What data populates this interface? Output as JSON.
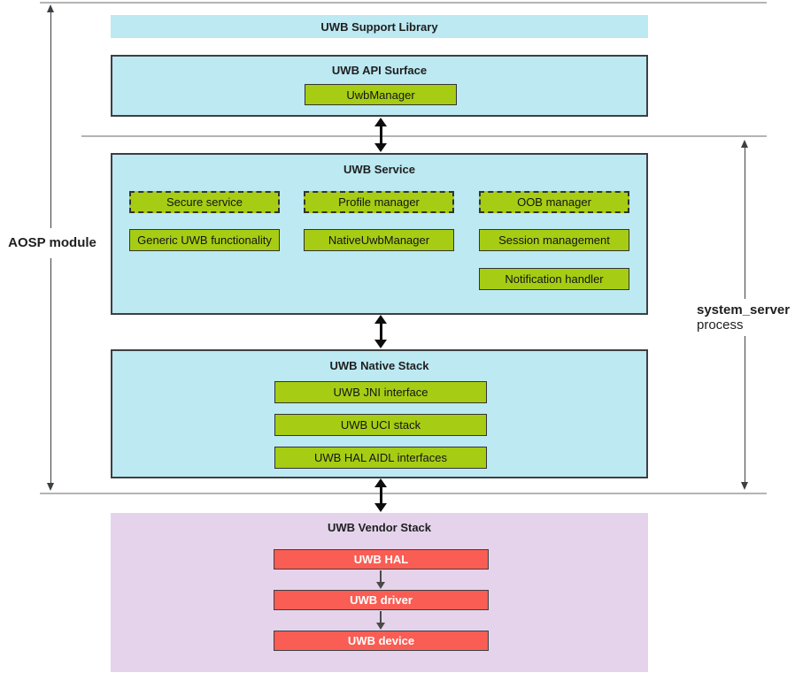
{
  "colors": {
    "light_blue": "#bce9f2",
    "green": "#a6cd14",
    "red": "#f95d53",
    "purple": "#e5d3eb",
    "box_border": "#3c4043",
    "arrow_black": "#0d0d0d",
    "arrow_gray": "#4a4a4a",
    "separator_gray": "#b4b4b4"
  },
  "brackets": {
    "aosp_label": "AOSP module",
    "system_server_line1": "system_server",
    "system_server_line2": "process"
  },
  "layers": {
    "support_library": {
      "title": "UWB Support Library"
    },
    "api_surface": {
      "title": "UWB API Surface",
      "items": {
        "0": "UwbManager"
      }
    },
    "service": {
      "title": "UWB Service",
      "dashed_items": {
        "0": "Secure service",
        "1": "Profile manager",
        "2": "OOB manager"
      },
      "solid_items": {
        "0": "Generic UWB functionality",
        "1": "NativeUwbManager",
        "2": "Session management",
        "3": "Notification handler"
      }
    },
    "native_stack": {
      "title": "UWB Native Stack",
      "items": {
        "0": "UWB JNI interface",
        "1": "UWB UCI stack",
        "2": "UWB HAL AIDL interfaces"
      }
    },
    "vendor_stack": {
      "title": "UWB Vendor Stack",
      "items": {
        "0": "UWB HAL",
        "1": "UWB driver",
        "2": "UWB device"
      }
    }
  }
}
